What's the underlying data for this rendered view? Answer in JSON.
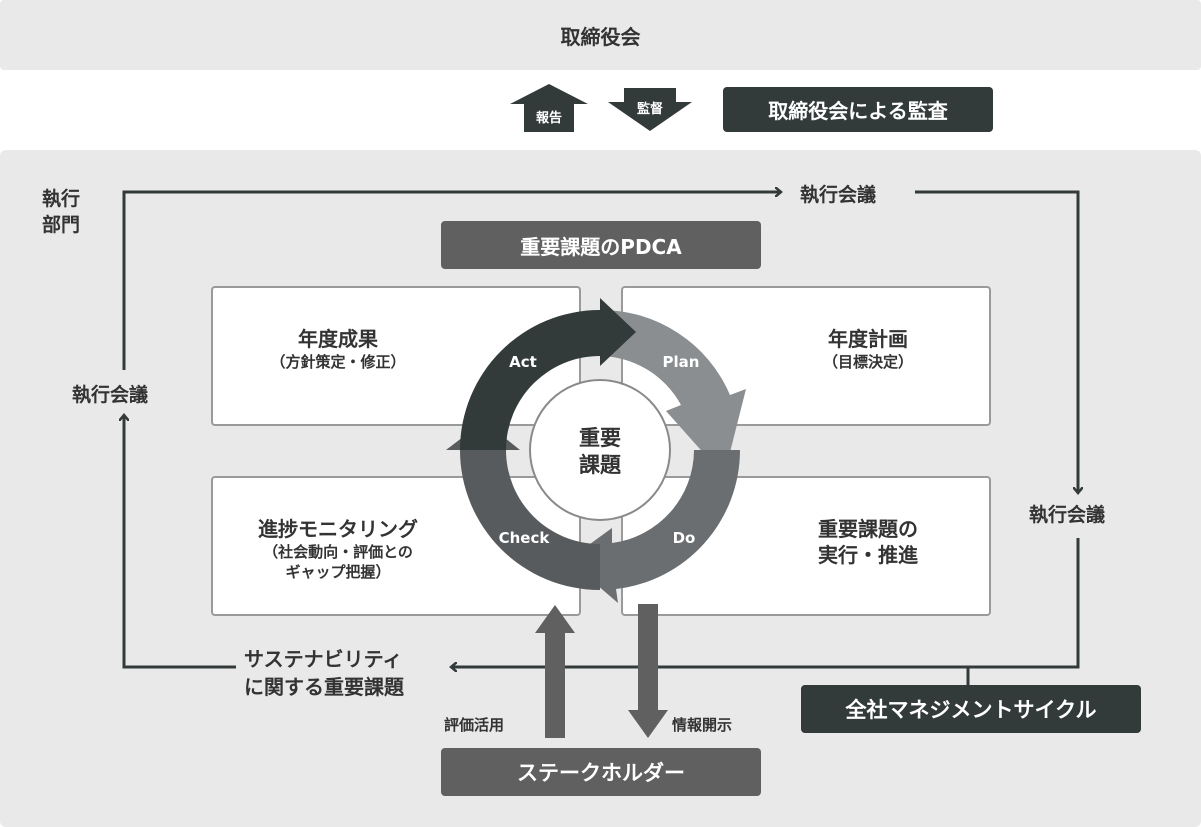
{
  "board": {
    "title": "取締役会"
  },
  "reporting": {
    "report_label": "報告",
    "supervision_label": "監督",
    "audit_label": "取締役会による監査"
  },
  "execution": {
    "department_line1": "執行",
    "department_line2": "部門",
    "meeting_top": "執行会議",
    "meeting_left": "執行会議",
    "meeting_right": "執行会議",
    "sustainability_line1": "サステナビリティ",
    "sustainability_line2": "に関する重要課題",
    "cycle_label": "全社マネジメントサイクル"
  },
  "pdca": {
    "title": "重要課題のPDCA",
    "center_line1": "重要",
    "center_line2": "課題",
    "act": "Act",
    "plan": "Plan",
    "check": "Check",
    "do": "Do",
    "boxes": {
      "results_title": "年度成果",
      "results_sub": "（方針策定・修正）",
      "plan_title": "年度計画",
      "plan_sub": "（目標決定）",
      "monitor_title": "進捗モニタリング",
      "monitor_sub1": "（社会動向・評価との",
      "monitor_sub2": "ギャップ把握）",
      "execute_line1": "重要課題の",
      "execute_line2": "実行・推進"
    }
  },
  "stakeholders": {
    "label": "ステークホルダー",
    "evaluation_use": "評価活用",
    "disclosure": "情報開示"
  },
  "colors": {
    "band": "#e9e9e9",
    "dark": "#333a3a",
    "gray_label": "#606060",
    "act": "#333a3a",
    "plan": "#8a8e90",
    "do": "#6b6e70",
    "check": "#575b5d"
  }
}
